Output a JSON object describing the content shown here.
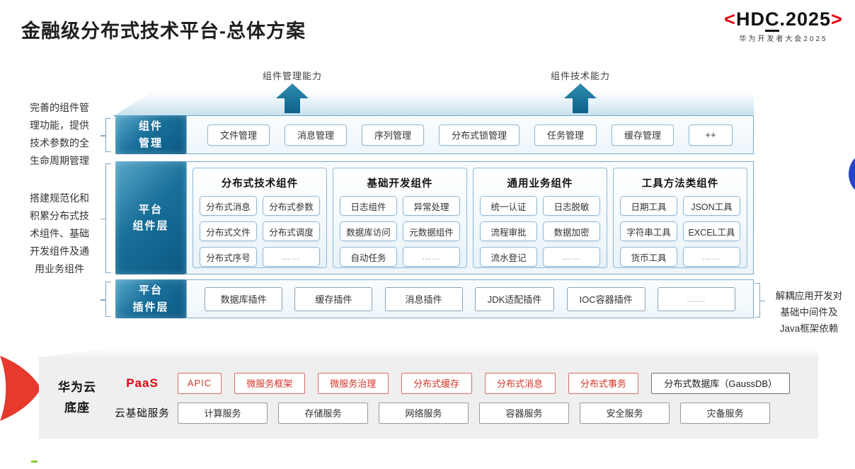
{
  "title": "金融级分布式技术平台-总体方案",
  "logo": {
    "bracket_left": "<",
    "name_pre": "HD",
    "name_c": "C",
    "name_post": ".2025",
    "bracket_right": ">",
    "subtitle": "华为开发者大会2025"
  },
  "capability_arrows": {
    "left": "组件管理能力",
    "right": "组件技术能力"
  },
  "side_notes": {
    "component_mgmt": "完善的组件管\n理功能，提供\n技术参数的全\n生命周期管理",
    "platform_components": "搭建规范化和\n积累分布式技\n术组件、基础\n开发组件及通\n用业务组件",
    "plugin_layer": "解耦应用开发对\n基础中间件及\nJava框架依赖"
  },
  "layers": {
    "mgmt": {
      "label": "组件\n管理",
      "items": [
        "文件管理",
        "消息管理",
        "序列管理",
        "分布式锁管理",
        "任务管理",
        "缓存管理",
        "++"
      ]
    },
    "components": {
      "label": "平台\n组件层",
      "groups": [
        {
          "title": "分布式技术组件",
          "items": [
            "分布式消息",
            "分布式参数",
            "分布式文件",
            "分布式调度",
            "分布式序号",
            "……"
          ]
        },
        {
          "title": "基础开发组件",
          "items": [
            "日志组件",
            "异常处理",
            "数据库访问",
            "元数据组件",
            "自动任务",
            "……"
          ]
        },
        {
          "title": "通用业务组件",
          "items": [
            "统一认证",
            "日志脱敏",
            "流程审批",
            "数据加密",
            "流水登记",
            "……"
          ]
        },
        {
          "title": "工具方法类组件",
          "items": [
            "日期工具",
            "JSON工具",
            "字符串工具",
            "EXCEL工具",
            "货币工具",
            "……"
          ]
        }
      ]
    },
    "plugins": {
      "label": "平台\n插件层",
      "items": [
        "数据库插件",
        "缓存插件",
        "消息插件",
        "JDK适配插件",
        "IOC容器插件",
        "……"
      ]
    }
  },
  "foundation": {
    "label": "华为云\n底座",
    "paas": {
      "label": "PaaS",
      "items": [
        "APIC",
        "微服务框架",
        "微服务治理",
        "分布式缓存",
        "分布式消息",
        "分布式事务"
      ],
      "special_item": "分布式数据库（GaussDB）"
    },
    "iaas": {
      "label": "云基础服务",
      "items": [
        "计算服务",
        "存储服务",
        "网络服务",
        "容器服务",
        "安全服务",
        "灾备服务"
      ]
    }
  },
  "colors": {
    "layer_blue_dark": "#0b5882",
    "layer_blue_light": "#5aa8ca",
    "chip_border_blue": "#8fb9d9",
    "accent_red": "#e60012",
    "foundation_gray": "#efeff0",
    "circle_blue": "#2444ca",
    "arrow_teal_top": "#2f8cb1",
    "arrow_teal_bottom": "#0d6089"
  }
}
